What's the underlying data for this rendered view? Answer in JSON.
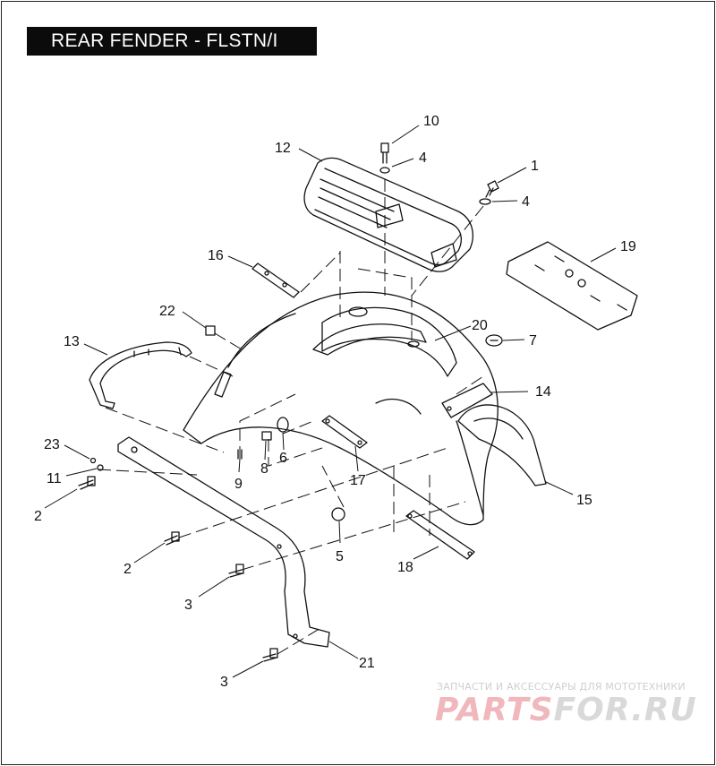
{
  "title": "REAR FENDER - FLSTN/I",
  "callouts": [
    {
      "id": "c10",
      "label": "10"
    },
    {
      "id": "c4a",
      "label": "4"
    },
    {
      "id": "c12",
      "label": "12"
    },
    {
      "id": "c1",
      "label": "1"
    },
    {
      "id": "c4b",
      "label": "4"
    },
    {
      "id": "c19",
      "label": "19"
    },
    {
      "id": "c16",
      "label": "16"
    },
    {
      "id": "c22",
      "label": "22"
    },
    {
      "id": "c20",
      "label": "20"
    },
    {
      "id": "c7",
      "label": "7"
    },
    {
      "id": "c13",
      "label": "13"
    },
    {
      "id": "c14",
      "label": "14"
    },
    {
      "id": "c23",
      "label": "23"
    },
    {
      "id": "c11",
      "label": "11"
    },
    {
      "id": "c9",
      "label": "9"
    },
    {
      "id": "c8",
      "label": "8"
    },
    {
      "id": "c6",
      "label": "6"
    },
    {
      "id": "c17",
      "label": "17"
    },
    {
      "id": "c15",
      "label": "15"
    },
    {
      "id": "c2a",
      "label": "2"
    },
    {
      "id": "c5",
      "label": "5"
    },
    {
      "id": "c2b",
      "label": "2"
    },
    {
      "id": "c18",
      "label": "18"
    },
    {
      "id": "c3a",
      "label": "3"
    },
    {
      "id": "c21",
      "label": "21"
    },
    {
      "id": "c3b",
      "label": "3"
    }
  ],
  "watermark": {
    "caption": "ЗАПЧАСТИ И АКСЕССУАРЫ ДЛЯ МОТОТЕХНИКИ",
    "logo_part1": "PARTS",
    "logo_part2": "FOR.RU",
    "colors": {
      "pink": "#f0b8bd",
      "grey": "#d9d9d9"
    }
  }
}
